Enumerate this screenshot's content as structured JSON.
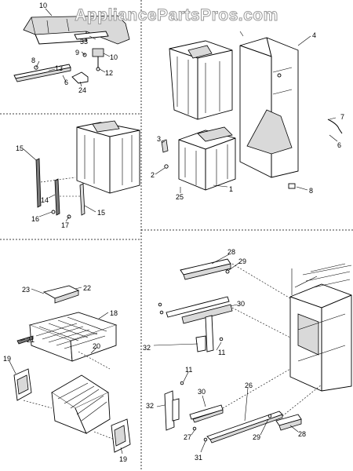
{
  "watermark": "AppliancePartsPros.com",
  "callouts": {
    "p1": [
      "10",
      "33",
      "9",
      "10",
      "12",
      "13",
      "6",
      "24",
      "8"
    ],
    "p2": [
      "4",
      "3",
      "2",
      "25",
      "1",
      "7",
      "6",
      "8"
    ],
    "p3": [
      "15",
      "14",
      "16",
      "17",
      "15"
    ],
    "p4": [
      "23",
      "22",
      "18",
      "21",
      "19",
      "20",
      "19"
    ],
    "p5": [
      "28",
      "29",
      "30",
      "32",
      "11",
      "11",
      "32",
      "30",
      "26",
      "27",
      "29",
      "28",
      "31"
    ]
  }
}
